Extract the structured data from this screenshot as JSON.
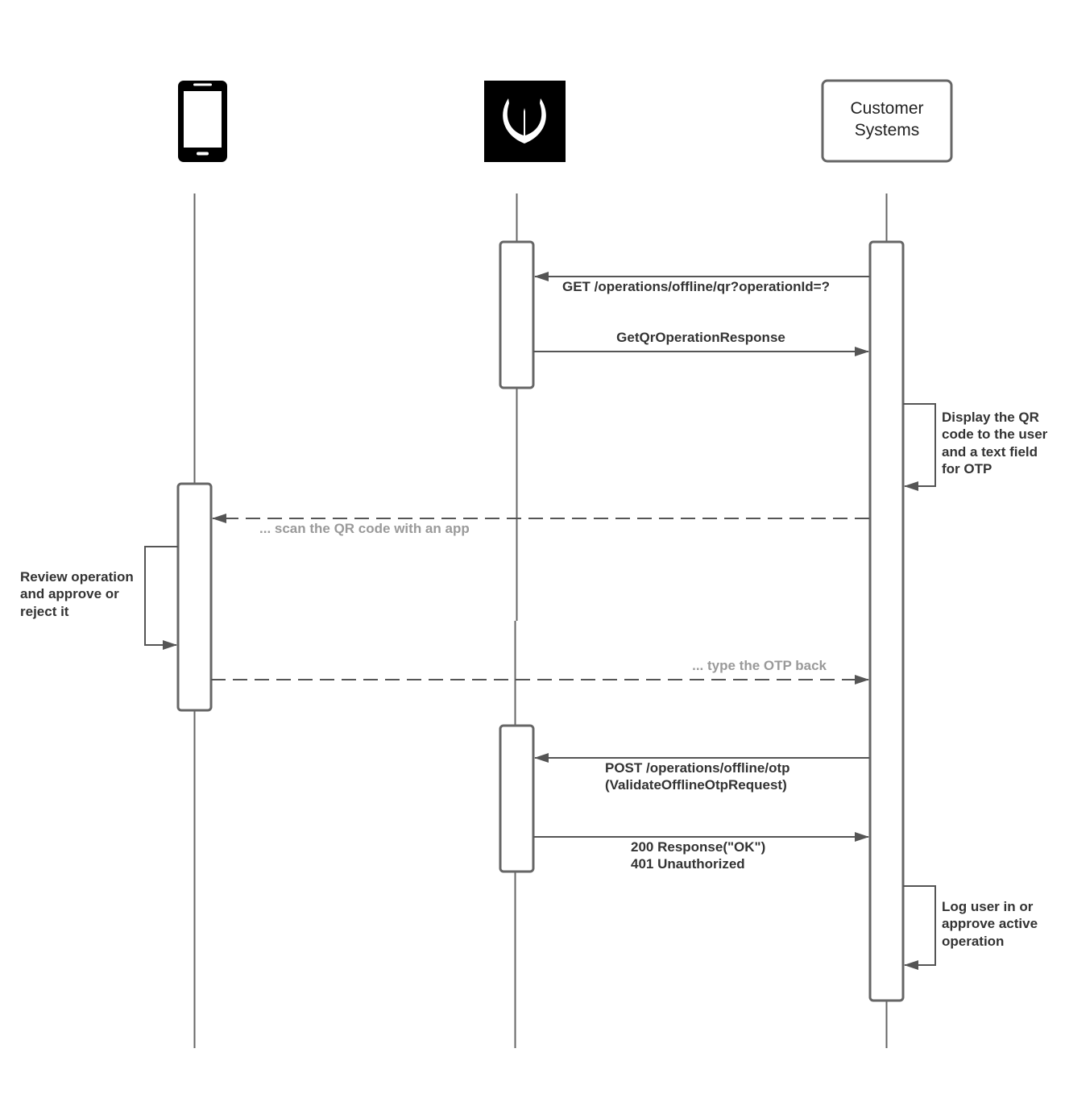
{
  "participants": {
    "mobile": {
      "icon": "smartphone-icon"
    },
    "server": {
      "icon": "shield-logo-icon"
    },
    "customer": {
      "label_line1": "Customer",
      "label_line2": "Systems"
    }
  },
  "messages": {
    "get_qr": "GET /operations/offline/qr?operationId=?",
    "qr_response": "GetQrOperationResponse",
    "scan_qr": "... scan the QR code with an app",
    "type_otp": "... type the OTP back",
    "post_otp_line1": "POST /operations/offline/otp",
    "post_otp_line2": "(ValidateOfflineOtpRequest)",
    "otp_response_line1": "200 Response(\"OK\")",
    "otp_response_line2": "401 Unauthorized"
  },
  "notes": {
    "display_qr": [
      "Display the QR",
      "code to the user",
      "and a text field",
      "for OTP"
    ],
    "review": [
      "Review operation",
      "and approve or",
      "reject it"
    ],
    "log_in": [
      "Log user in or",
      "approve active",
      "operation"
    ]
  },
  "colors": {
    "line": "#666666",
    "text": "#333333",
    "muted": "#9a9a9a",
    "icon_fill": "#000000"
  }
}
